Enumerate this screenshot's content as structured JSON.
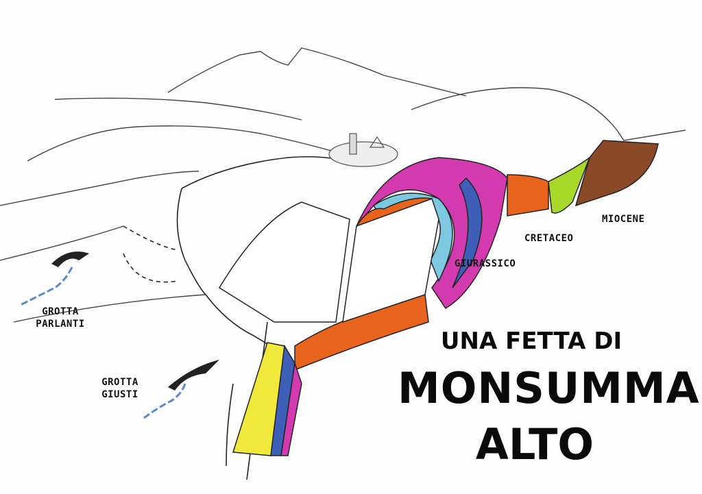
{
  "labels": {
    "grotta_parlanti": [
      "GROTTA",
      "PARLANTI"
    ],
    "grotta_giusti": [
      "GROTTA",
      "GIUSTI"
    ],
    "giurassico": "GIURASSICO",
    "cretaceo": "CRETACEO",
    "miocene": "MIOCENE"
  },
  "title": {
    "line1": "UNA FETTA DI",
    "line2": "MONSUMMANO",
    "line3": "ALTO"
  },
  "colors": {
    "magenta": "#d43ab0",
    "light_blue": "#7cc8e0",
    "blue": "#3d5fb8",
    "orange": "#e8641c",
    "lime": "#a8d82a",
    "brown": "#8a4a28",
    "yellow": "#f0e83a",
    "river": "#5a8ac8"
  }
}
